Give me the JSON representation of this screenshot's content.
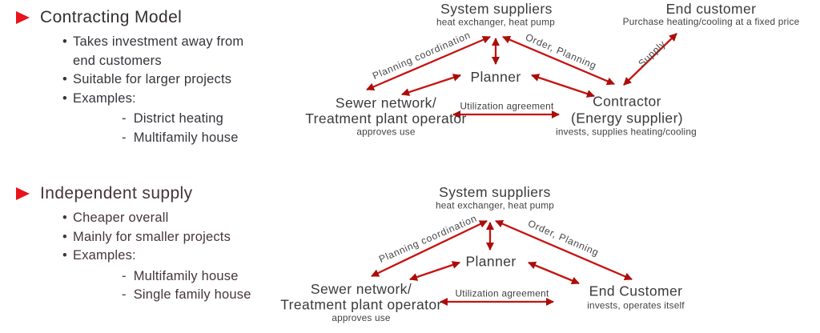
{
  "colors": {
    "accent_red": "#e8131c",
    "arrow_red": "#c61310",
    "heading_ink": "#332e33",
    "body_ink": "#36333a",
    "label_gray": "#484848"
  },
  "sections": [
    {
      "title": "Contracting Model",
      "bullets": [
        "Takes investment away from end customers",
        "Suitable for larger projects",
        "Examples:"
      ],
      "examples": [
        "District heating",
        "Multifamily house"
      ]
    },
    {
      "title": "Independent supply",
      "bullets": [
        "Cheaper overall",
        "Mainly for smaller projects",
        "Examples:"
      ],
      "examples": [
        "Multifamily house",
        "Single family house"
      ]
    }
  ],
  "diagram_contracting": {
    "system_suppliers": {
      "title": "System suppliers",
      "subtitle": "heat exchanger, heat pump"
    },
    "end_customer": {
      "title": "End customer",
      "subtitle": "Purchase heating/cooling at a fixed price"
    },
    "planner": {
      "title": "Planner"
    },
    "sewer": {
      "line1": "Sewer network/",
      "line2": "Treatment plant operator",
      "subtitle": "approves use"
    },
    "contractor": {
      "line1": "Contractor",
      "line2": "(Energy supplier)",
      "subtitle": "invests, supplies heating/cooling"
    },
    "labels": {
      "planning": "Planning coordination",
      "order": "Order, Planning",
      "supply": "Supply",
      "utilization": "Utilization agreement"
    }
  },
  "diagram_independent": {
    "system_suppliers": {
      "title": "System suppliers",
      "subtitle": "heat exchanger, heat pump"
    },
    "planner": {
      "title": "Planner"
    },
    "sewer": {
      "line1": "Sewer network/",
      "line2": "Treatment plant operator",
      "subtitle": "approves use"
    },
    "end_customer": {
      "title": "End Customer",
      "subtitle": "invests, operates itself"
    },
    "labels": {
      "planning": "Planning coordination",
      "order": "Order, Planning",
      "utilization": "Utilization agreement"
    }
  }
}
